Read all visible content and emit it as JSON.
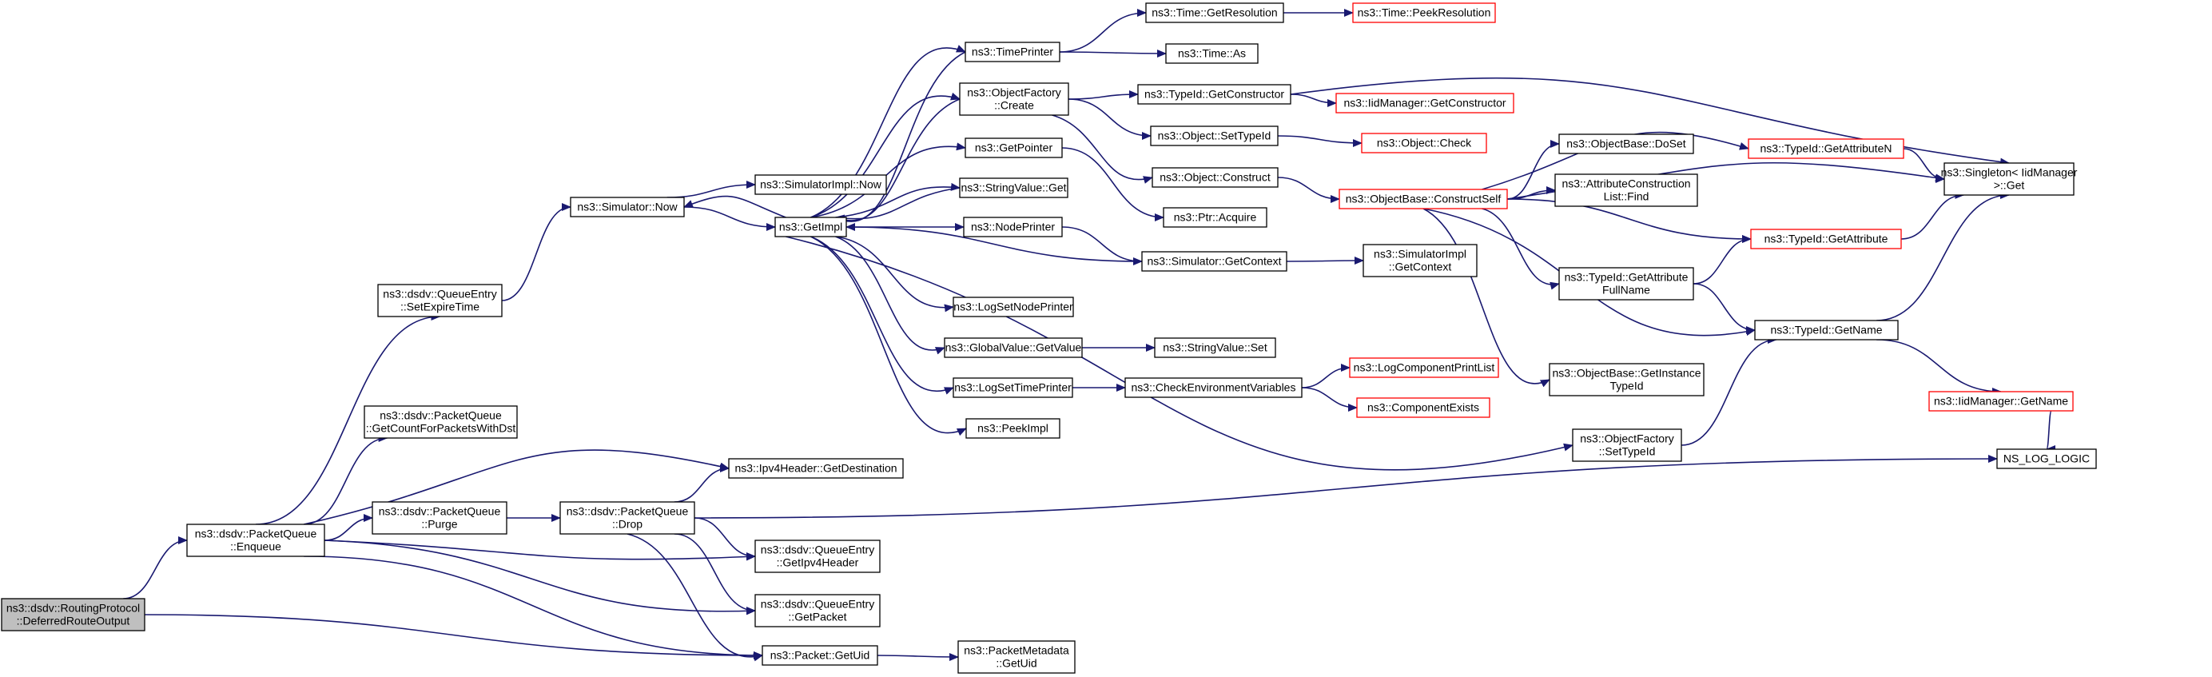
{
  "graph": {
    "nodes": [
      {
        "id": "root",
        "lines": [
          "ns3::dsdv::RoutingProtocol",
          "::DeferredRouteOutput"
        ],
        "style": "root"
      },
      {
        "id": "enqueue",
        "lines": [
          "ns3::dsdv::PacketQueue",
          "::Enqueue"
        ],
        "style": "normal"
      },
      {
        "id": "getuid",
        "lines": [
          "ns3::Packet::GetUid"
        ],
        "style": "normal"
      },
      {
        "id": "setexpire",
        "lines": [
          "ns3::dsdv::QueueEntry",
          "::SetExpireTime"
        ],
        "style": "normal"
      },
      {
        "id": "getcount",
        "lines": [
          "ns3::dsdv::PacketQueue",
          "::GetCountForPacketsWithDst"
        ],
        "style": "normal"
      },
      {
        "id": "purge",
        "lines": [
          "ns3::dsdv::PacketQueue",
          "::Purge"
        ],
        "style": "normal"
      },
      {
        "id": "drop",
        "lines": [
          "ns3::dsdv::PacketQueue",
          "::Drop"
        ],
        "style": "normal"
      },
      {
        "id": "getdest",
        "lines": [
          "ns3::Ipv4Header::GetDestination"
        ],
        "style": "normal"
      },
      {
        "id": "getipv4",
        "lines": [
          "ns3::dsdv::QueueEntry",
          "::GetIpv4Header"
        ],
        "style": "normal"
      },
      {
        "id": "getpacket",
        "lines": [
          "ns3::dsdv::QueueEntry",
          "::GetPacket"
        ],
        "style": "normal"
      },
      {
        "id": "pmgetuid",
        "lines": [
          "ns3::PacketMetadata",
          "::GetUid"
        ],
        "style": "normal"
      },
      {
        "id": "simnow",
        "lines": [
          "ns3::Simulator::Now"
        ],
        "style": "normal"
      },
      {
        "id": "simimplnow",
        "lines": [
          "ns3::SimulatorImpl::Now"
        ],
        "style": "normal"
      },
      {
        "id": "getimpl",
        "lines": [
          "ns3::GetImpl"
        ],
        "style": "normal"
      },
      {
        "id": "timeprinter",
        "lines": [
          "ns3::TimePrinter"
        ],
        "style": "normal"
      },
      {
        "id": "objfactcreate",
        "lines": [
          "ns3::ObjectFactory",
          "::Create"
        ],
        "style": "normal"
      },
      {
        "id": "getpointer",
        "lines": [
          "ns3::GetPointer"
        ],
        "style": "normal"
      },
      {
        "id": "strvalget",
        "lines": [
          "ns3::StringValue::Get"
        ],
        "style": "normal"
      },
      {
        "id": "nodeprinter",
        "lines": [
          "ns3::NodePrinter"
        ],
        "style": "normal"
      },
      {
        "id": "logsetnode",
        "lines": [
          "ns3::LogSetNodePrinter"
        ],
        "style": "normal"
      },
      {
        "id": "globalval",
        "lines": [
          "ns3::GlobalValue::GetValue"
        ],
        "style": "normal"
      },
      {
        "id": "logsettime",
        "lines": [
          "ns3::LogSetTimePrinter"
        ],
        "style": "normal"
      },
      {
        "id": "peekimpl",
        "lines": [
          "ns3::PeekImpl"
        ],
        "style": "normal"
      },
      {
        "id": "getres",
        "lines": [
          "ns3::Time::GetResolution"
        ],
        "style": "normal"
      },
      {
        "id": "peekres",
        "lines": [
          "ns3::Time::PeekResolution"
        ],
        "style": "truncated"
      },
      {
        "id": "timeas",
        "lines": [
          "ns3::Time::As"
        ],
        "style": "normal"
      },
      {
        "id": "tidgetctor",
        "lines": [
          "ns3::TypeId::GetConstructor"
        ],
        "style": "normal"
      },
      {
        "id": "iidgetctor",
        "lines": [
          "ns3::IidManager::GetConstructor"
        ],
        "style": "truncated"
      },
      {
        "id": "objsettype",
        "lines": [
          "ns3::Object::SetTypeId"
        ],
        "style": "normal"
      },
      {
        "id": "objcheck",
        "lines": [
          "ns3::Object::Check"
        ],
        "style": "truncated"
      },
      {
        "id": "objconstruct",
        "lines": [
          "ns3::Object::Construct"
        ],
        "style": "normal"
      },
      {
        "id": "ptracquire",
        "lines": [
          "ns3::Ptr::Acquire"
        ],
        "style": "normal"
      },
      {
        "id": "simgetctx",
        "lines": [
          "ns3::Simulator::GetContext"
        ],
        "style": "normal"
      },
      {
        "id": "simimplctx",
        "lines": [
          "ns3::SimulatorImpl",
          "::GetContext"
        ],
        "style": "normal"
      },
      {
        "id": "strvalset",
        "lines": [
          "ns3::StringValue::Set"
        ],
        "style": "normal"
      },
      {
        "id": "checkenv",
        "lines": [
          "ns3::CheckEnvironmentVariables"
        ],
        "style": "normal"
      },
      {
        "id": "logcomplist",
        "lines": [
          "ns3::LogComponentPrintList"
        ],
        "style": "truncated"
      },
      {
        "id": "compexists",
        "lines": [
          "ns3::ComponentExists"
        ],
        "style": "truncated"
      },
      {
        "id": "constructself",
        "lines": [
          "ns3::ObjectBase::ConstructSelf"
        ],
        "style": "truncated"
      },
      {
        "id": "objbasedoset",
        "lines": [
          "ns3::ObjectBase::DoSet"
        ],
        "style": "normal"
      },
      {
        "id": "attrconstruct",
        "lines": [
          "ns3::AttributeConstruction",
          "List::Find"
        ],
        "style": "normal"
      },
      {
        "id": "tidgetattrfull",
        "lines": [
          "ns3::TypeId::GetAttribute",
          "FullName"
        ],
        "style": "normal"
      },
      {
        "id": "objbasegetinst",
        "lines": [
          "ns3::ObjectBase::GetInstance",
          "TypeId"
        ],
        "style": "normal"
      },
      {
        "id": "objfactsettype",
        "lines": [
          "ns3::ObjectFactory",
          "::SetTypeId"
        ],
        "style": "normal"
      },
      {
        "id": "tidgetattrn",
        "lines": [
          "ns3::TypeId::GetAttributeN"
        ],
        "style": "truncated"
      },
      {
        "id": "tidgetattr",
        "lines": [
          "ns3::TypeId::GetAttribute"
        ],
        "style": "truncated"
      },
      {
        "id": "tidgetname",
        "lines": [
          "ns3::TypeId::GetName"
        ],
        "style": "normal"
      },
      {
        "id": "singleton",
        "lines": [
          "ns3::Singleton< IidManager",
          ">::Get"
        ],
        "style": "normal"
      },
      {
        "id": "iidgetname",
        "lines": [
          "ns3::IidManager::GetName"
        ],
        "style": "truncated"
      },
      {
        "id": "nslog",
        "lines": [
          "NS_LOG_LOGIC"
        ],
        "style": "normal"
      }
    ],
    "colors": {
      "edge": "#191970",
      "truncated_border": "#ff0000",
      "normal_border": "#000000",
      "root_fill": "#bfbfbf",
      "node_fill": "#ffffff"
    }
  }
}
